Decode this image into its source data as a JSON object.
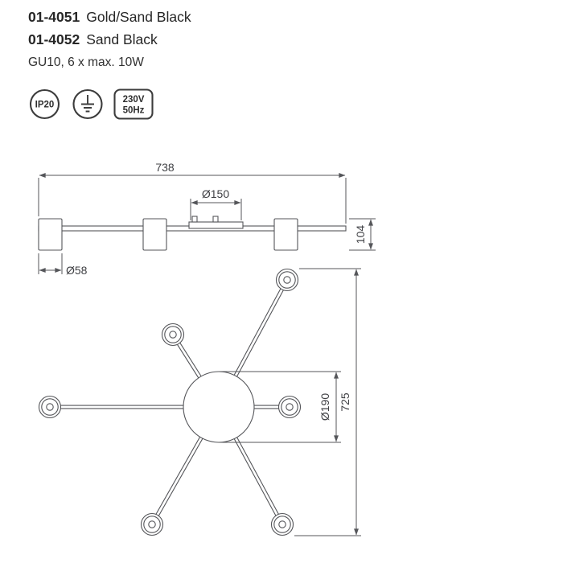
{
  "header": {
    "products": [
      {
        "code": "01-4051",
        "finish": "Gold/Sand Black"
      },
      {
        "code": "01-4052",
        "finish": "Sand Black"
      }
    ],
    "lamp_spec": "GU10, 6 x max. 10W"
  },
  "badges": {
    "ip": "IP20",
    "ground_icon": "protective-earth-class-I",
    "voltage": "230V",
    "frequency": "50Hz"
  },
  "side_view": {
    "overall_width": "738",
    "canopy_diameter": "Ø150",
    "height": "104",
    "spot_diameter": "Ø58"
  },
  "top_view": {
    "overall_diameter": "725",
    "center_body_diameter": "Ø190"
  },
  "colors": {
    "background": "#ffffff",
    "text": "#262626",
    "drawing_line": "#55565a"
  }
}
